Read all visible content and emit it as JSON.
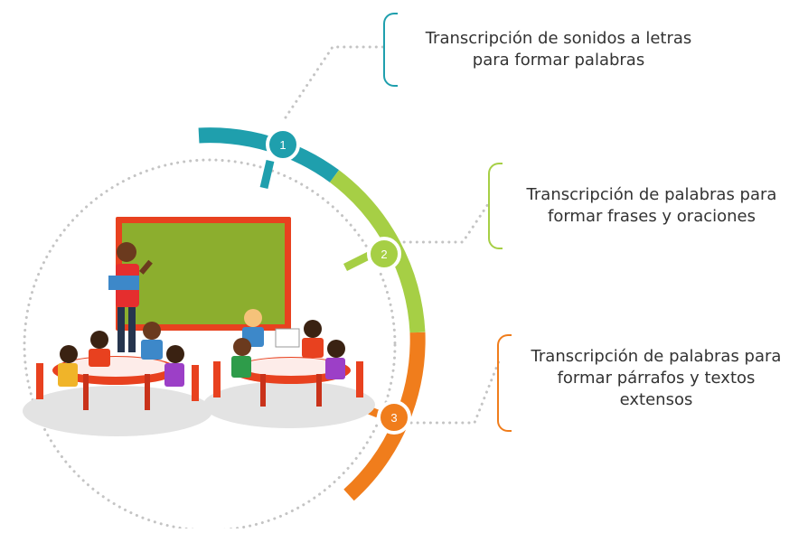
{
  "steps": [
    {
      "number": "1",
      "color": "#1f9fad",
      "lines": [
        "Transcripción de sonidos a letras",
        "para formar palabras"
      ]
    },
    {
      "number": "2",
      "color": "#a6cf45",
      "lines": [
        "Transcripción de palabras para",
        "formar frases y oraciones"
      ]
    },
    {
      "number": "3",
      "color": "#f07d1c",
      "lines": [
        "Transcripción de palabras para",
        "formar párrafos y textos",
        "extensos"
      ]
    }
  ],
  "illustration": {
    "description_icon": "classroom-illustration",
    "chalkboard_color": "#8cae2e",
    "chalkboard_frame": "#e8411f",
    "table_color": "#e8411f"
  }
}
